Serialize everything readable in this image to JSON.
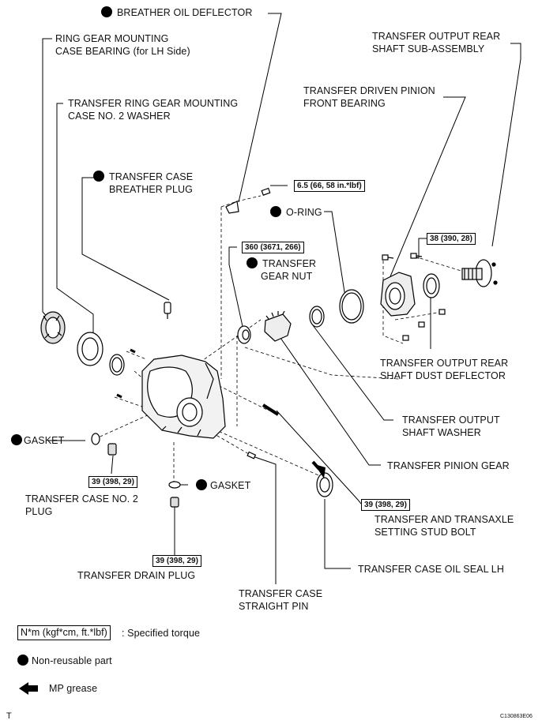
{
  "labels": {
    "breather_oil_deflector": "BREATHER OIL DEFLECTOR",
    "ring_gear_bearing_line1": "RING GEAR MOUNTING",
    "ring_gear_bearing_line2": "CASE BEARING  (for LH Side)",
    "ring_gear_washer_line1": "TRANSFER RING GEAR MOUNTING",
    "ring_gear_washer_line2": "CASE NO. 2 WASHER",
    "breather_plug_line1": "TRANSFER CASE",
    "breather_plug_line2": "BREATHER PLUG",
    "output_rear_shaft_line1": "TRANSFER OUTPUT REAR",
    "output_rear_shaft_line2": "SHAFT SUB-ASSEMBLY",
    "driven_pinion_bearing_line1": "TRANSFER DRIVEN PINION",
    "driven_pinion_bearing_line2": "FRONT BEARING",
    "o_ring": "O-RING",
    "gear_nut_line1": "TRANSFER",
    "gear_nut_line2": "GEAR NUT",
    "dust_deflector_line1": "TRANSFER OUTPUT REAR",
    "dust_deflector_line2": "SHAFT DUST DEFLECTOR",
    "output_shaft_washer_line1": "TRANSFER OUTPUT",
    "output_shaft_washer_line2": "SHAFT WASHER",
    "gasket_left": "GASKET",
    "gasket_bottom": "GASKET",
    "pinion_gear": "TRANSFER PINION GEAR",
    "case_plug_line1": "TRANSFER CASE NO. 2",
    "case_plug_line2": "PLUG",
    "stud_bolt_line1": "TRANSFER AND TRANSAXLE",
    "stud_bolt_line2": "SETTING STUD BOLT",
    "drain_plug": "TRANSFER DRAIN PLUG",
    "oil_seal": "TRANSFER CASE OIL SEAL LH",
    "straight_pin_line1": "TRANSFER CASE",
    "straight_pin_line2": "STRAIGHT PIN"
  },
  "torques": {
    "breather_deflector_bolt": "6.5 (66, 58 in.*lbf)",
    "gear_nut": "360 (3671, 266)",
    "output_rear_shaft_bolt": "38 (390, 28)",
    "case_plug": "39 (398, 29)",
    "drain_plug": "39 (398, 29)",
    "stud_bolt": "39 (398, 29)"
  },
  "legend": {
    "torque_unit": "N*m (kgf*cm, ft.*lbf)",
    "torque_desc": ": Specified torque",
    "non_reusable": "Non-reusable part",
    "mp_grease": "MP grease"
  },
  "footer": {
    "corner_letter": "T",
    "figure_code": "C130863E06"
  }
}
